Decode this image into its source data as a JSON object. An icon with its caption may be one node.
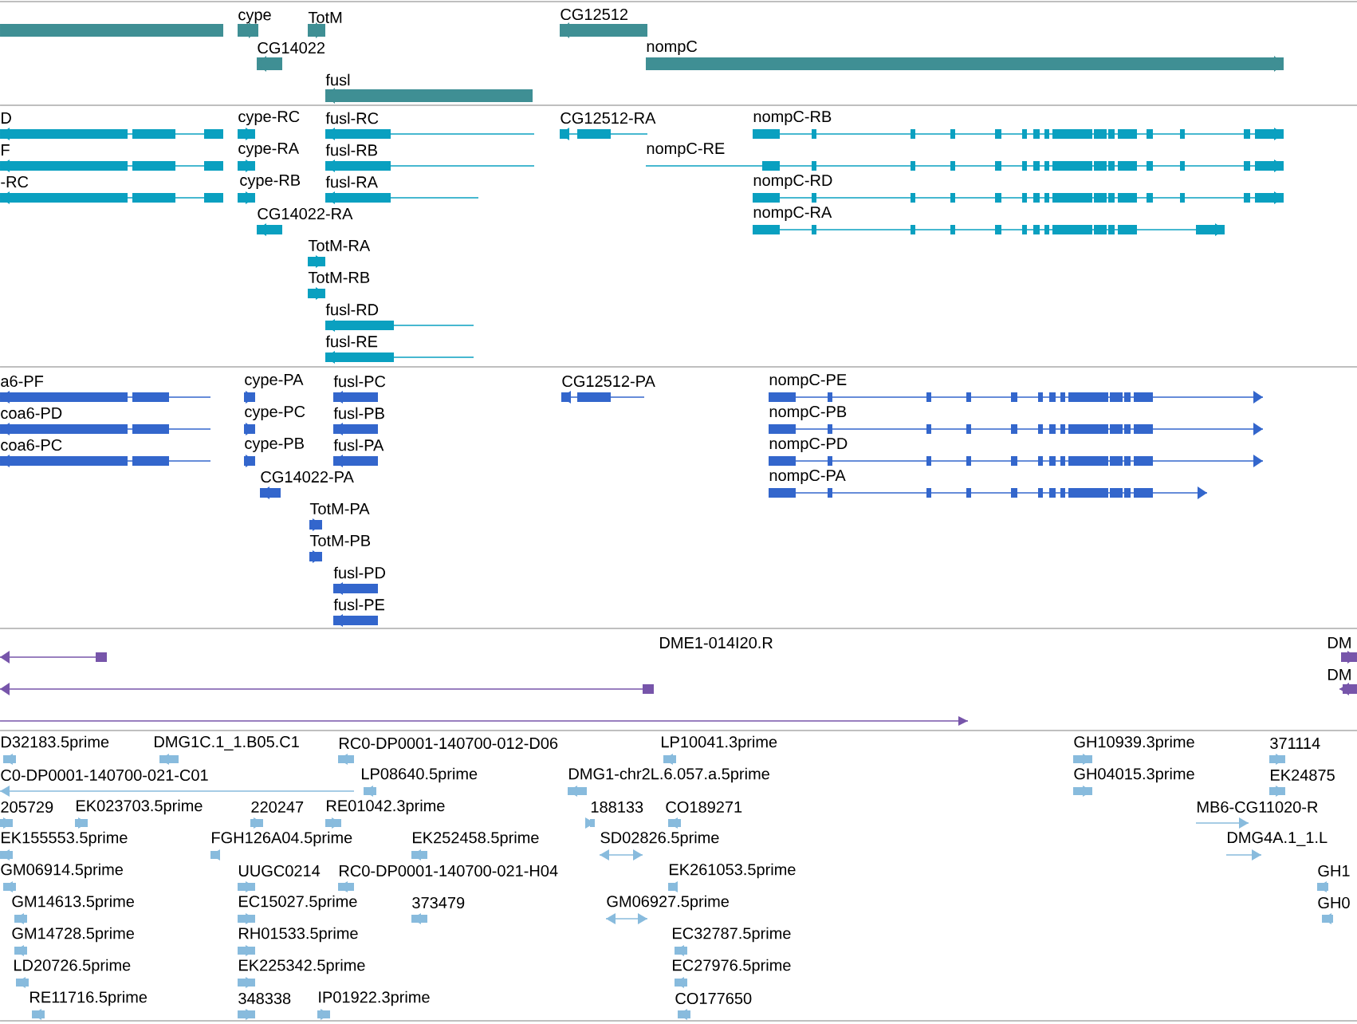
{
  "diagram": {
    "labels": [
      "cype",
      "TotM",
      "CG12512",
      "CG14022",
      "nompC",
      "fusl",
      "D",
      "cype-RC",
      "fusl-RC",
      "CG12512-RA",
      "nompC-RB",
      "F",
      "cype-RA",
      "fusl-RB",
      "nompC-RE",
      "-RC",
      "cype-RB",
      "fusl-RA",
      "nompC-RD",
      "CG14022-RA",
      "nompC-RA",
      "TotM-RA",
      "TotM-RB",
      "fusl-RD",
      "fusl-RE",
      "a6-PF",
      "cype-PA",
      "fusl-PC",
      "CG12512-PA",
      "nompC-PE",
      "coa6-PD",
      "cype-PC",
      "fusl-PB",
      "nompC-PB",
      "coa6-PC",
      "cype-PB",
      "fusl-PA",
      "nompC-PD",
      "CG14022-PA",
      "nompC-PA",
      "TotM-PA",
      "TotM-PB",
      "fusl-PD",
      "fusl-PE",
      "DME1-014I20.R",
      "DM",
      "DM",
      "D32183.5prime",
      "DMG1C.1_1.B05.C1",
      "RC0-DP0001-140700-012-D06",
      "LP10041.3prime",
      "GH10939.3prime",
      "371114",
      "C0-DP0001-140700-021-C01",
      "LP08640.5prime",
      "DMG1-chr2L.6.057.a.5prime",
      "GH04015.3prime",
      "EK24875",
      "205729",
      "EK023703.5prime",
      "220247",
      "RE01042.3prime",
      "188133",
      "CO189271",
      "MB6-CG11020-R",
      "EK155553.5prime",
      "FGH126A04.5prime",
      "EK252458.5prime",
      "SD02826.5prime",
      "DMG4A.1_1.L",
      "GM06914.5prime",
      "UUGC0214",
      "RC0-DP0001-140700-021-H04",
      "EK261053.5prime",
      "GH1",
      "GM14613.5prime",
      "EC15027.5prime",
      "373479",
      "GM06927.5prime",
      "GH0",
      "GM14728.5prime",
      "RH01533.5prime",
      "EC32787.5prime",
      "LD20726.5prime",
      "EK225342.5prime",
      "EC27976.5prime",
      "RE11716.5prime",
      "348338",
      "IP01922.3prime",
      "CO177650"
    ]
  }
}
